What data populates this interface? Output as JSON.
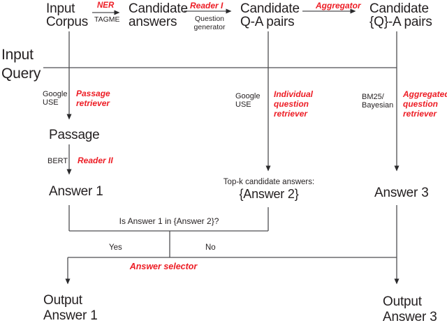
{
  "colors": {
    "accent_red": "#ed1c24",
    "text_black": "#231f20",
    "line_gray": "#4e4e50"
  },
  "nodes": {
    "input_corpus": "Input\nCorpus",
    "candidate_answers": "Candidate\nanswers",
    "candidate_qa_pairs": "Candidate\nQ-A pairs",
    "candidate_qset_a_pairs": "Candidate\n{Q}-A pairs",
    "input_query": "Input\nQuery",
    "passage": "Passage",
    "answer_1": "Answer 1",
    "topk_caption": "Top-k candidate answers:",
    "answer_2": "{Answer 2}",
    "answer_3": "Answer 3",
    "output_answer_1": "Output\nAnswer 1",
    "output_answer_3": "Output\nAnswer 3"
  },
  "edge_labels": {
    "ner": "NER",
    "tagme": "TAGME",
    "reader_i": "Reader I",
    "question_generator": "Question\ngenerator",
    "aggregator": "Aggregator",
    "google_use_left": "Google\nUSE",
    "passage_retriever": "Passage\nretriever",
    "bert": "BERT",
    "reader_ii": "Reader II",
    "google_use_mid": "Google\nUSE",
    "individual_question_retriever": "Individual\nquestion\nretriever",
    "bm25_bayesian": "BM25/\nBayesian",
    "aggregated_question_retriever": "Aggregated\nquestion\nretriever",
    "condition": "Is Answer 1 in {Answer 2}?",
    "yes": "Yes",
    "no": "No",
    "answer_selector": "Answer selector"
  }
}
